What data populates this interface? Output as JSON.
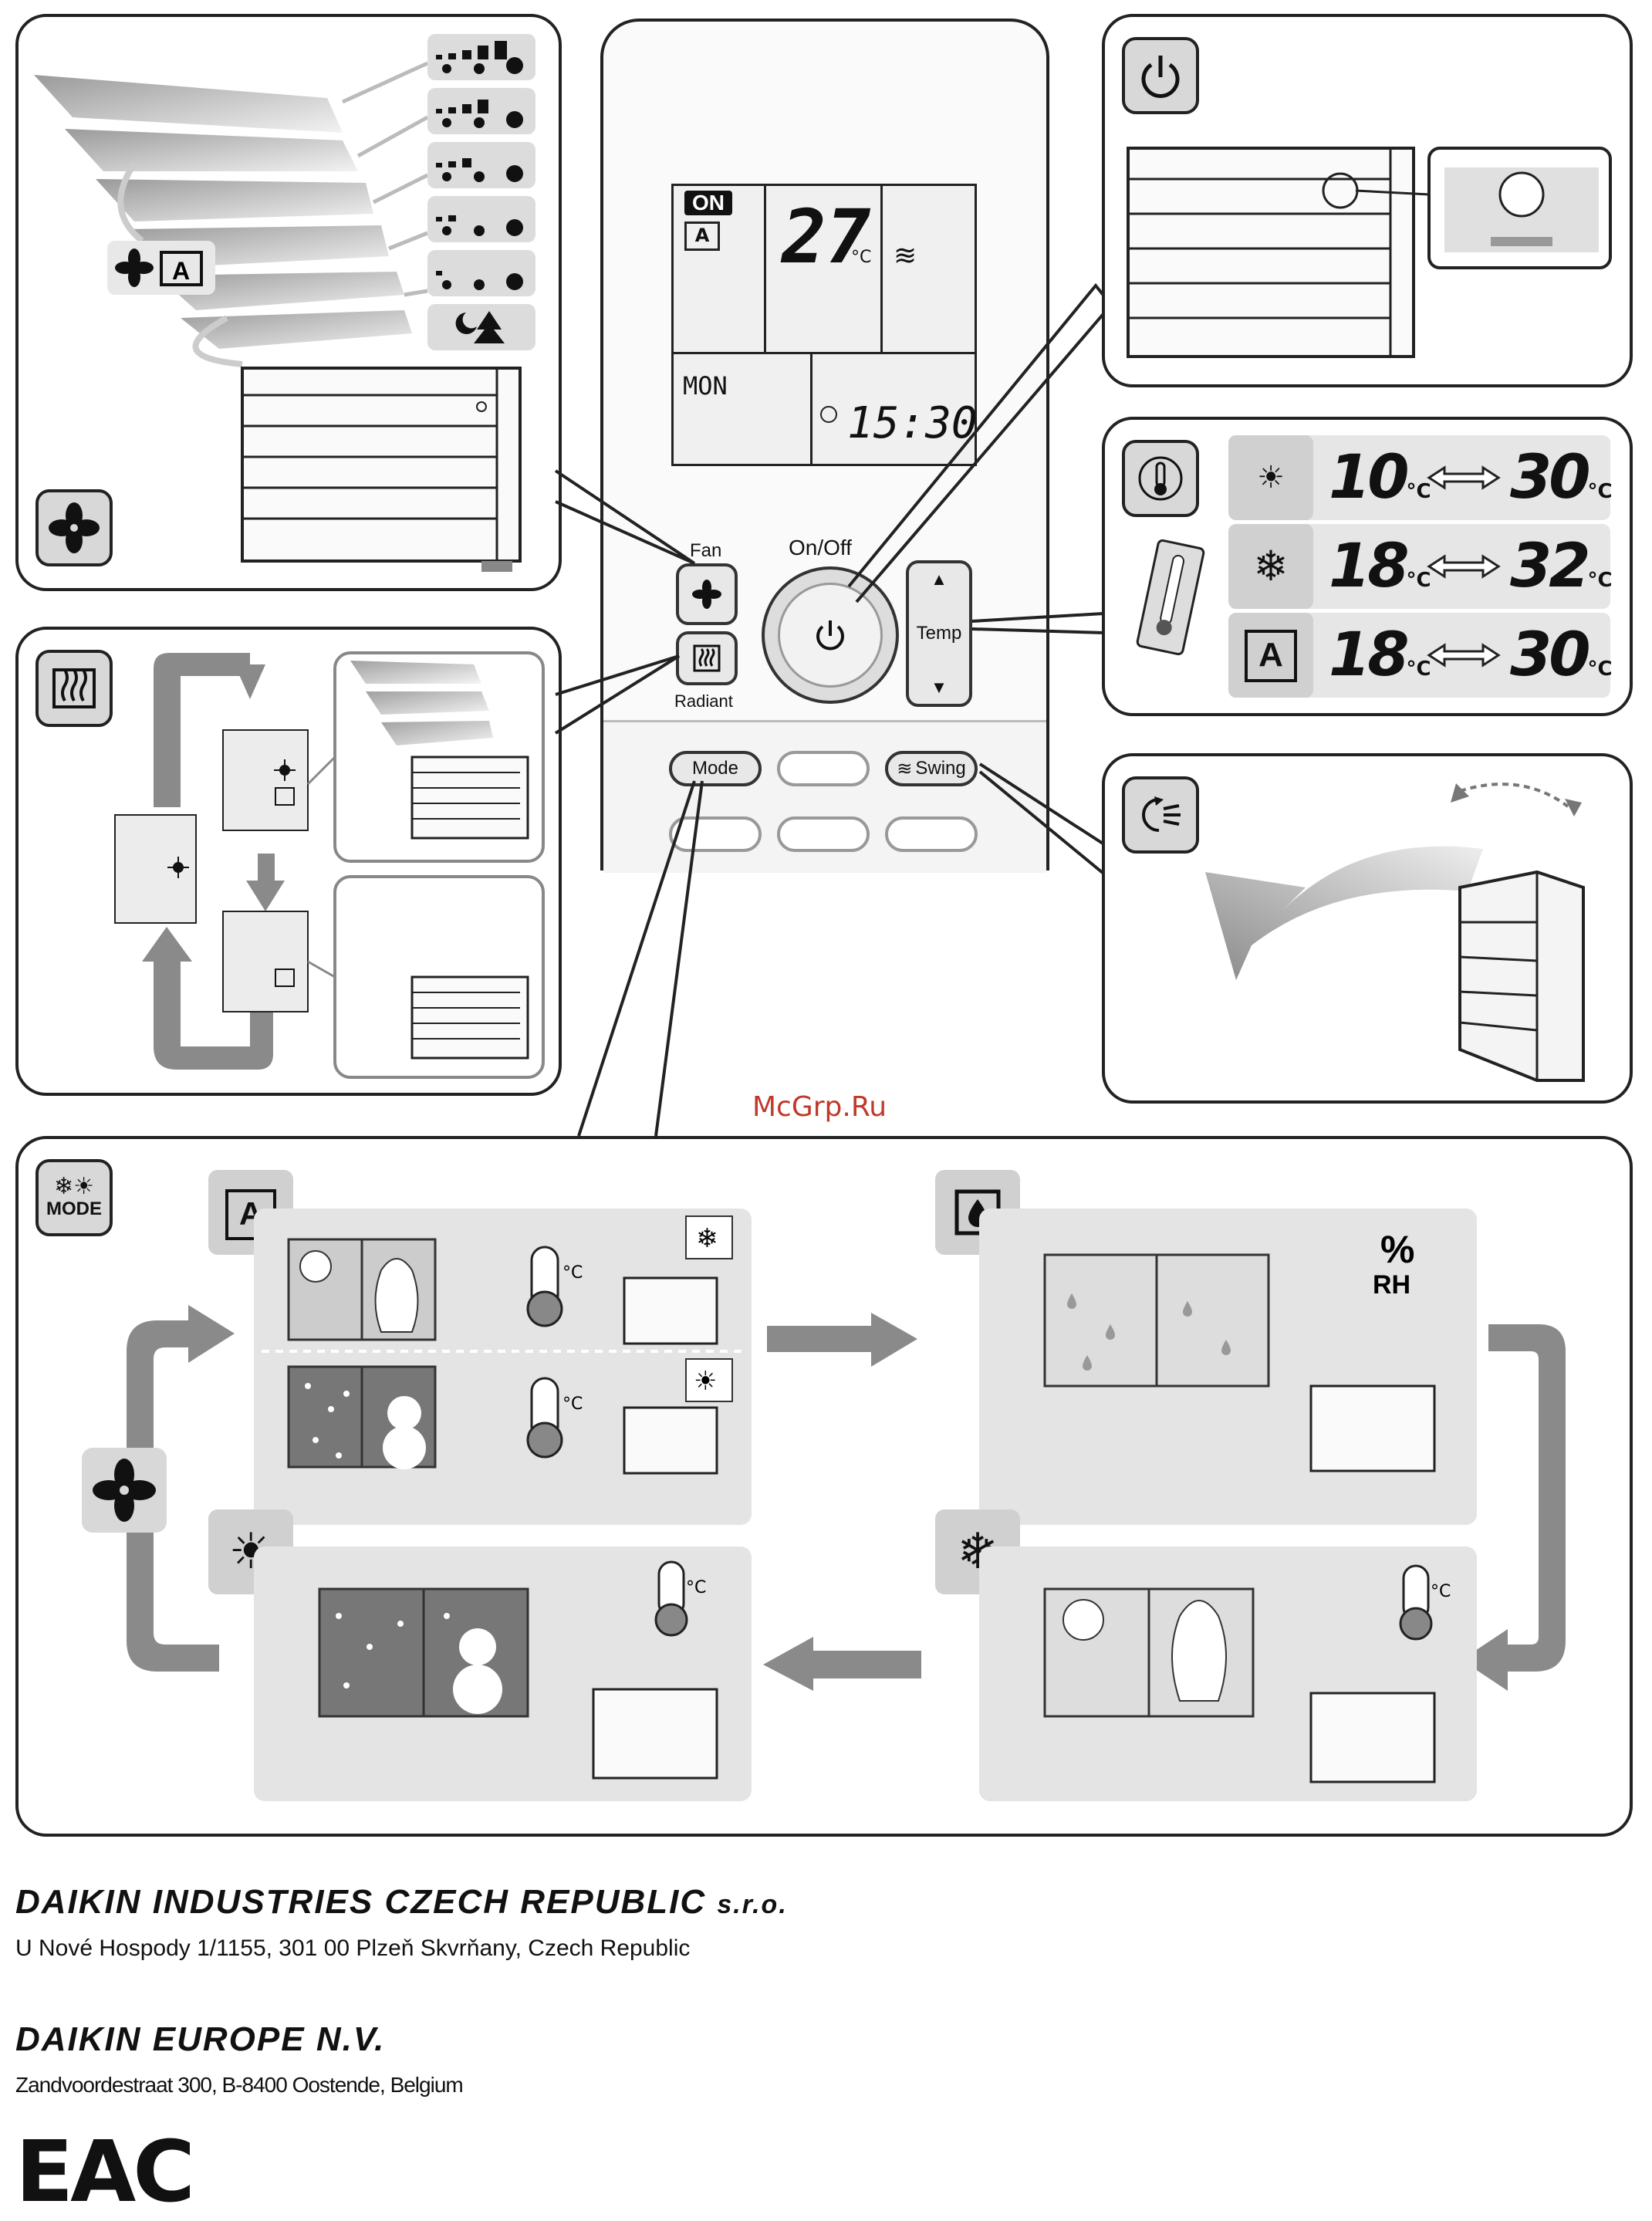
{
  "remote": {
    "lcd": {
      "on_badge": "ON",
      "temperature": "27",
      "temp_unit": "°C",
      "auto_label": "A",
      "day": "MON",
      "time": "15:30"
    },
    "fan_label": "Fan",
    "radiant_label": "Radiant",
    "onoff_label": "On/Off",
    "temp_label": "Temp",
    "mode_label": "Mode",
    "swing_label": "Swing"
  },
  "temp_ranges": [
    {
      "mode": "heat-radiant",
      "min": "10",
      "max": "30",
      "unit": "°C"
    },
    {
      "mode": "cool",
      "min": "18",
      "max": "32",
      "unit": "°C"
    },
    {
      "mode": "auto",
      "min": "18",
      "max": "30",
      "unit": "°C"
    }
  ],
  "mode_panel": {
    "icon_text": "MODE",
    "humidity_label": "%",
    "humidity_unit": "RH",
    "celsius": "°C"
  },
  "watermark": "McGrp.Ru",
  "footer": {
    "company1": "DAIKIN INDUSTRIES CZECH REPUBLIC",
    "company1_suffix": "s.r.o.",
    "address1": "U Nové Hospody 1/1155, 301 00 Plzeň Skvrňany, Czech Republic",
    "company2": "DAIKIN EUROPE N.V.",
    "address2": "Zandvoordestraat 300, B-8400 Oostende, Belgium",
    "eac": "EAC"
  },
  "colors": {
    "panel_border": "#222222",
    "icon_bg": "#d8d8d8",
    "card_bg": "#e4e4e4",
    "arrow": "#8a8a8a"
  }
}
